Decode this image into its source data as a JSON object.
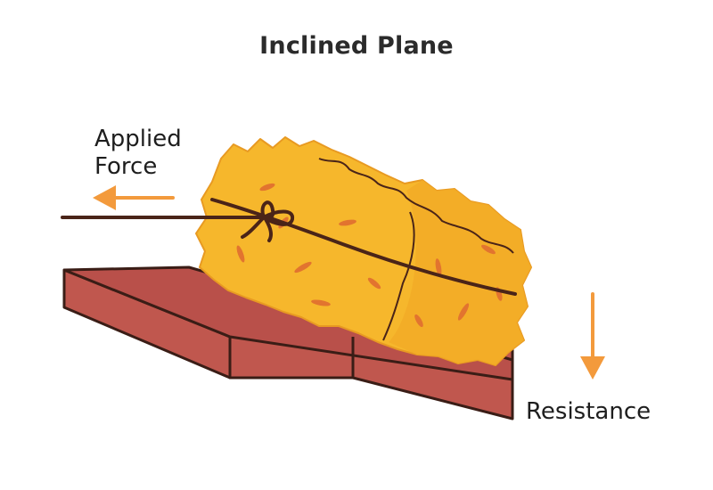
{
  "title": "Inclined Plane",
  "labels": {
    "applied_line1": "Applied",
    "applied_line2": "Force",
    "resistance": "Resistance"
  },
  "colors": {
    "ramp_face": "#c0574e",
    "ramp_outline": "#3a1d16",
    "hay": "#f6b72c",
    "hay_shade": "#e89a22",
    "hay_streak": "#e2742f",
    "rope": "#4a2418",
    "arrow": "#f39a3c"
  },
  "icons": {
    "applied_force": "arrow-left-icon",
    "resistance": "arrow-down-icon"
  }
}
